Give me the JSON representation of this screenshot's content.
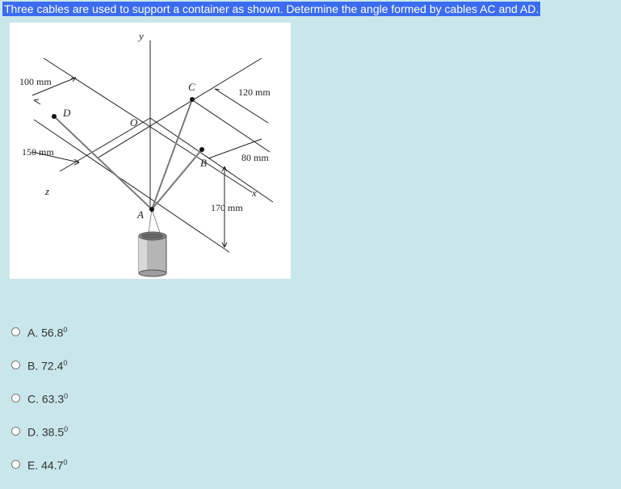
{
  "question": {
    "text": "Three cables are used to support a container as shown. Determine the angle formed by cables AC and AD."
  },
  "figure": {
    "labels": {
      "y": "y",
      "x": "x",
      "z": "z",
      "O": "O",
      "A": "A",
      "B": "B",
      "C": "C",
      "D": "D"
    },
    "dimensions": {
      "d100": "100 mm",
      "d150": "150 mm",
      "d120": "120 mm",
      "d80": "80 mm",
      "d170": "170 mm"
    }
  },
  "options": [
    {
      "letter": "A.",
      "value": "56.8",
      "unit": "0"
    },
    {
      "letter": "B.",
      "value": "72.4",
      "unit": "0"
    },
    {
      "letter": "C.",
      "value": "63.3",
      "unit": "0"
    },
    {
      "letter": "D.",
      "value": "38.5",
      "unit": "0"
    },
    {
      "letter": "E.",
      "value": "44.7",
      "unit": "0"
    }
  ]
}
